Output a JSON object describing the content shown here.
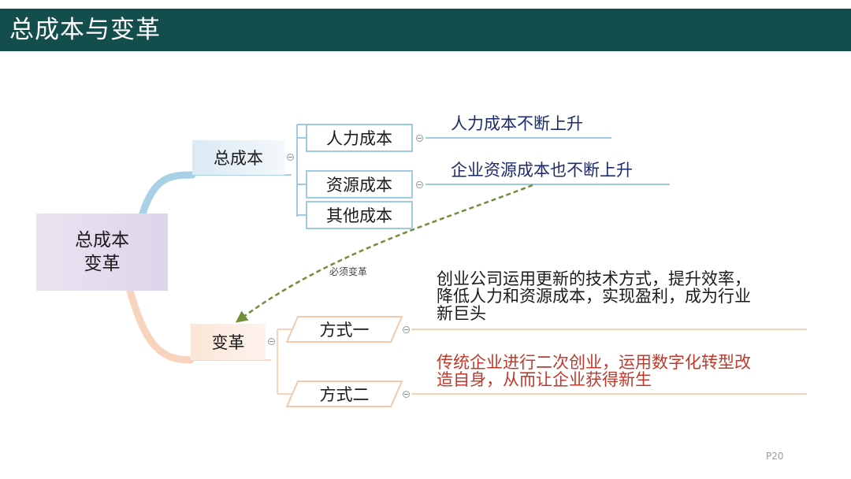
{
  "slide": {
    "title": "总成本与变革",
    "page_number": "P20"
  },
  "mindmap": {
    "center": {
      "line1": "总成本",
      "line2": "变革"
    },
    "branch_cost": {
      "label": "总成本",
      "items": [
        {
          "label": "人力成本",
          "note": "人力成本不断上升"
        },
        {
          "label": "资源成本",
          "note": "企业资源成本也不断上升"
        },
        {
          "label": "其他成本"
        }
      ]
    },
    "arrow_label": "必须变革",
    "branch_change": {
      "label": "变革",
      "items": [
        {
          "label": "方式一",
          "note": "创业公司运用更新的技术方式，提升效率，\n降低人力和资源成本，实现盈利，成为行业\n新巨头"
        },
        {
          "label": "方式二",
          "note": "传统企业进行二次创业，运用数字化转型改\n造自身，从而让企业获得新生"
        }
      ]
    }
  },
  "colors": {
    "title_bar": "#134e4c",
    "cost_branch": "#a8d0e6",
    "change_branch": "#f8d3bd",
    "arrow": "#6f8e35",
    "note_dark_blue": "#1b2b6e",
    "note_red": "#c0392b"
  }
}
